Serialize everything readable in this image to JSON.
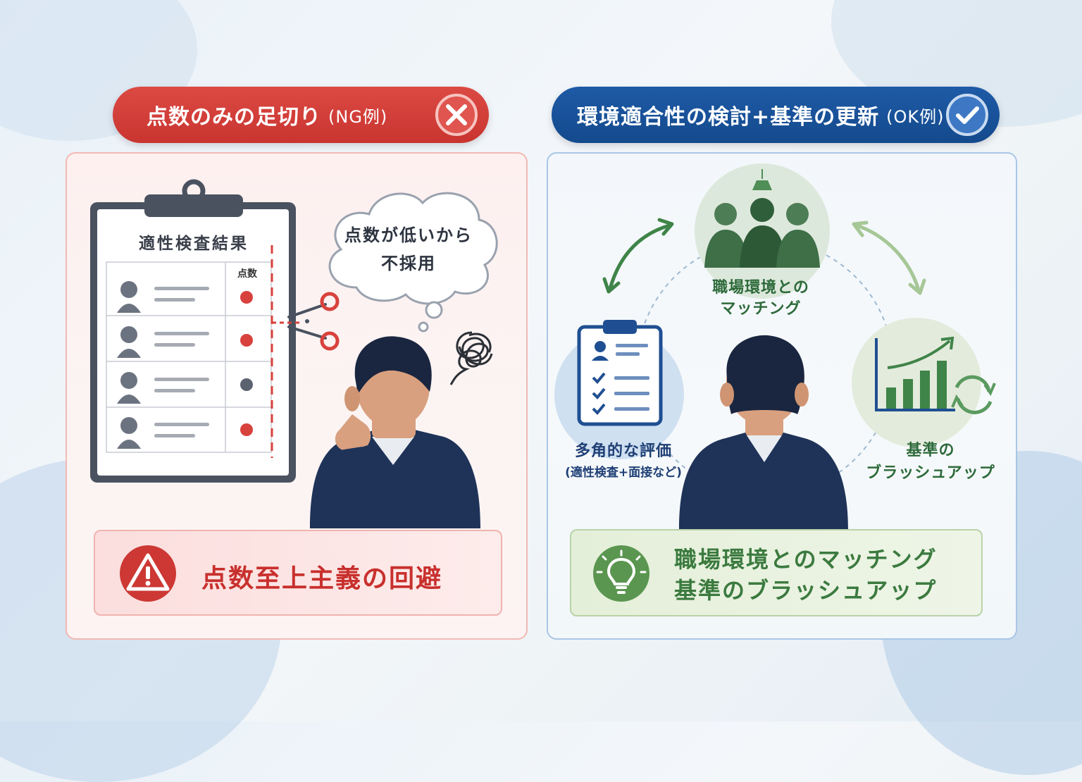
{
  "ng": {
    "header_title": "点数のみの足切り",
    "header_suffix": "(NG例)",
    "clipboard_title": "適性検査結果",
    "score_column_label": "点数",
    "thought_line1": "点数が低いから",
    "thought_line2": "不採用",
    "warning_text": "点数至上主義の回避"
  },
  "ok": {
    "header_title": "環境適合性の検討+基準の更新",
    "header_suffix": "(OK例)",
    "node_match_line1": "職場環境との",
    "node_match_line2": "マッチング",
    "node_eval_label": "多角的な評価",
    "node_eval_sub": "(適性検査+面接など)",
    "node_std_line1": "基準の",
    "node_std_line2": "ブラッシュアップ",
    "summary_line1": "職場環境とのマッチング",
    "summary_line2": "基準のブラッシュアップ"
  },
  "colors": {
    "ng_red": "#d43d38",
    "ok_blue": "#1b549c",
    "ok_green": "#3b7a3f",
    "suit_navy": "#1f3358"
  }
}
